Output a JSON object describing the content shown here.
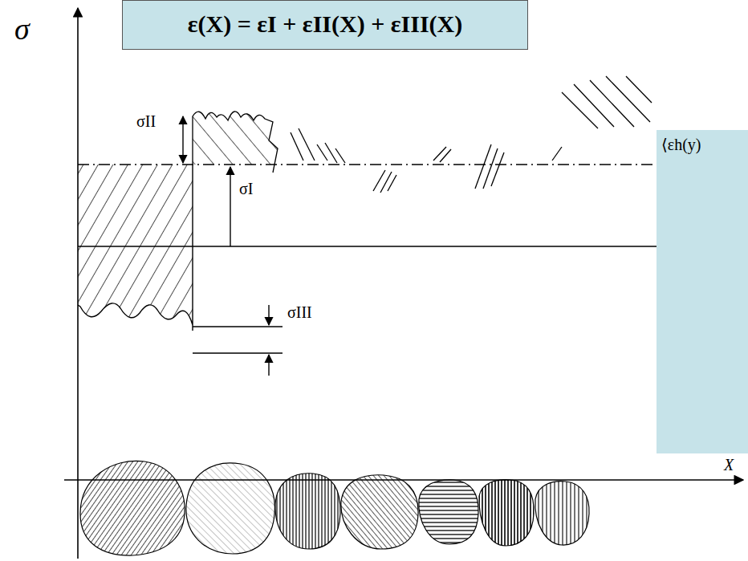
{
  "diagram": {
    "nodes": [
      {
        "text": [
          "ε(X) = εI + εII(X) + εIII(X)"
        ]
      },
      {
        "text": [
          "⟨εh(y)"
        ]
      }
    ],
    "labels": [
      "σ",
      "σII",
      "σI",
      "σIII",
      "X"
    ]
  }
}
